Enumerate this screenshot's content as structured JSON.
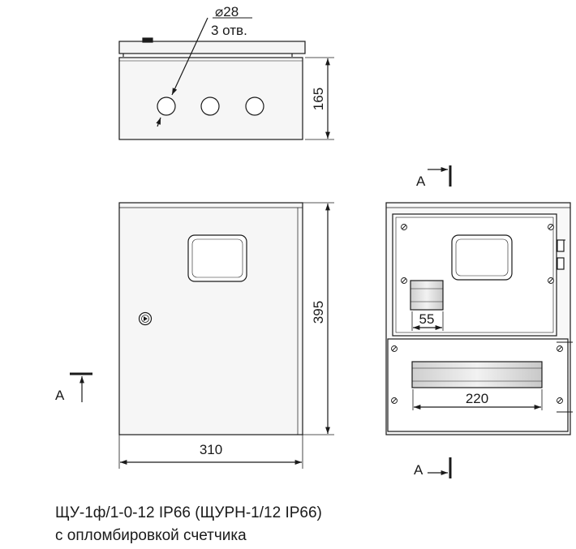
{
  "top_view": {
    "hole_diameter_label": "⌀28",
    "hole_count_label": "3 отв.",
    "height_label": "165"
  },
  "front_view": {
    "height_label": "395",
    "width_label": "310",
    "section_marker": "A"
  },
  "section_view": {
    "section_marker_top": "A",
    "section_marker_bottom": "A",
    "meter_rail_width_label": "55",
    "din_rail_width_label": "220"
  },
  "caption": {
    "line1": "ЩУ-1ф/1-0-12 IP66 (ЩУРН-1/12 IP66)",
    "line2": "с опломбировкой счетчика"
  }
}
